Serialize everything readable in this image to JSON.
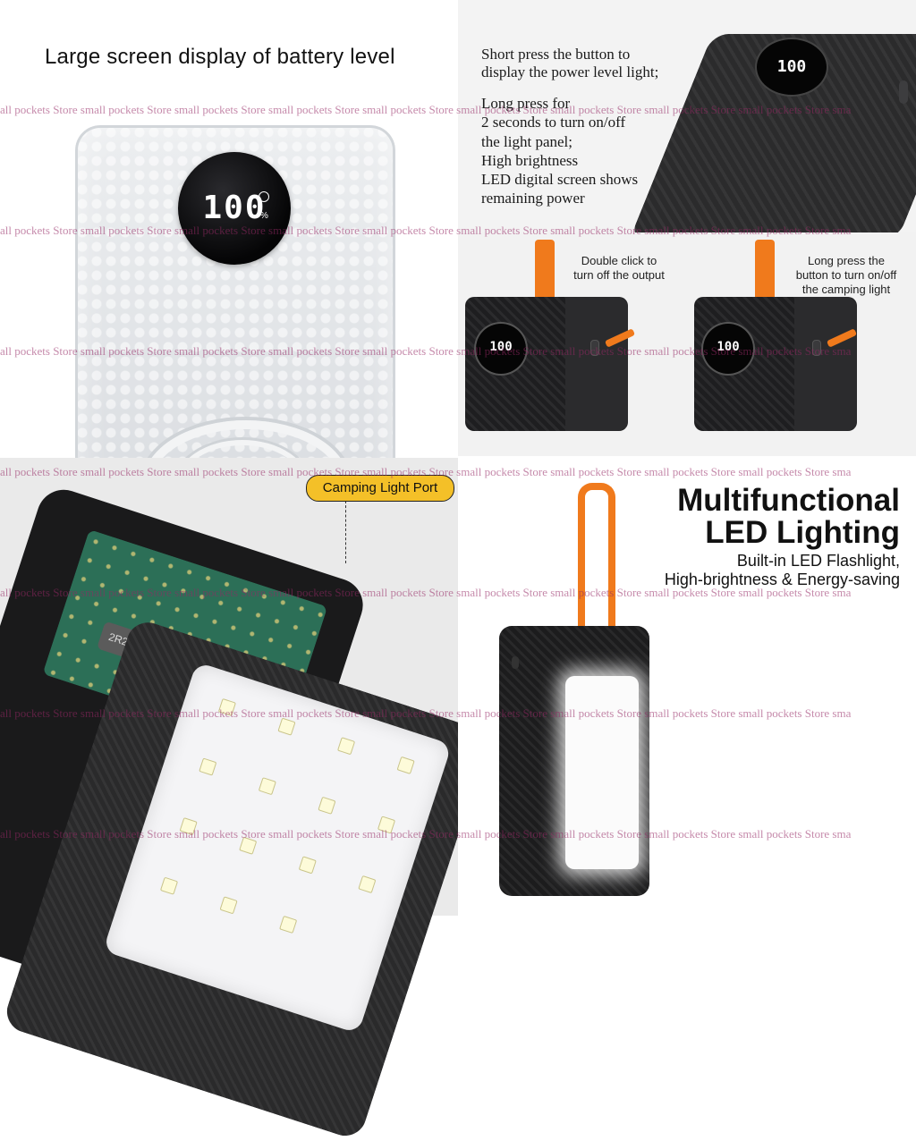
{
  "quadrant_battery": {
    "title": "Large screen display of battery level",
    "screen_value": "100",
    "screen_unit": "%"
  },
  "quadrant_instructions": {
    "lines": [
      "Short press the button to",
      "display the power level light;",
      "Long press for",
      "2 seconds to turn on/off",
      "the light panel;",
      "High brightness",
      "LED digital screen shows",
      "remaining power"
    ],
    "screen_value": "100"
  },
  "panel_double_click": {
    "caption_line1": "Double click to",
    "caption_line2": "turn off the output",
    "screen_value": "100"
  },
  "panel_long_press": {
    "caption_line1": "Long press the",
    "caption_line2": "button to turn on/off",
    "caption_line3": "the camping light",
    "screen_value": "100"
  },
  "quadrant_port": {
    "badge": "Camping Light Port",
    "inductor_label": "2R2"
  },
  "quadrant_led": {
    "title_line1": "Multifunctional",
    "title_line2": "LED Lighting",
    "subtitle_line1": "Built-in LED Flashlight,",
    "subtitle_line2": "High-brightness & Energy-saving"
  },
  "watermark": "all pockets Store small pockets Store small pockets Store small pockets Store small pockets Store small pockets Store small pockets Store small pockets Store small pockets Store sma",
  "colors": {
    "accent_orange": "#f07a1c",
    "badge_yellow": "#f4c028",
    "watermark": "#962864"
  }
}
